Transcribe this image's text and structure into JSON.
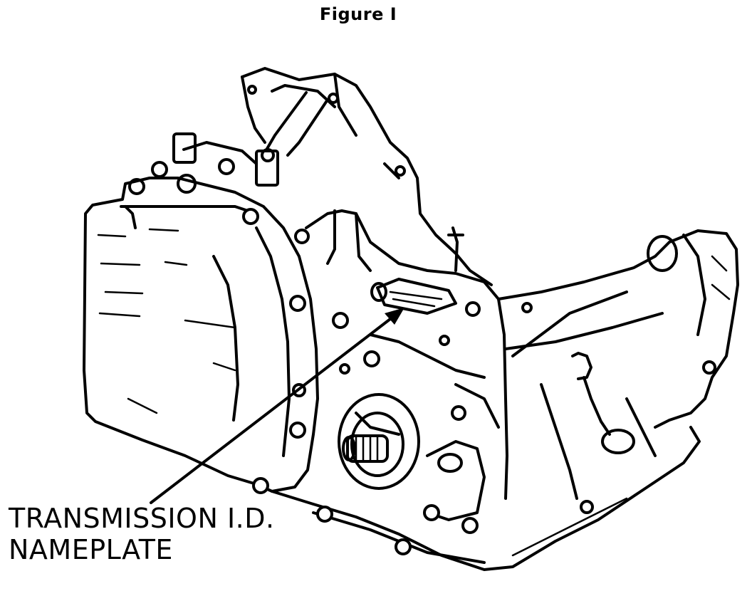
{
  "figure": {
    "title": "Figure I"
  },
  "callout": {
    "line1": "TRANSMISSION I.D.",
    "line2": "NAMEPLATE"
  },
  "colors": {
    "ink": "#000000",
    "paper": "#ffffff"
  }
}
